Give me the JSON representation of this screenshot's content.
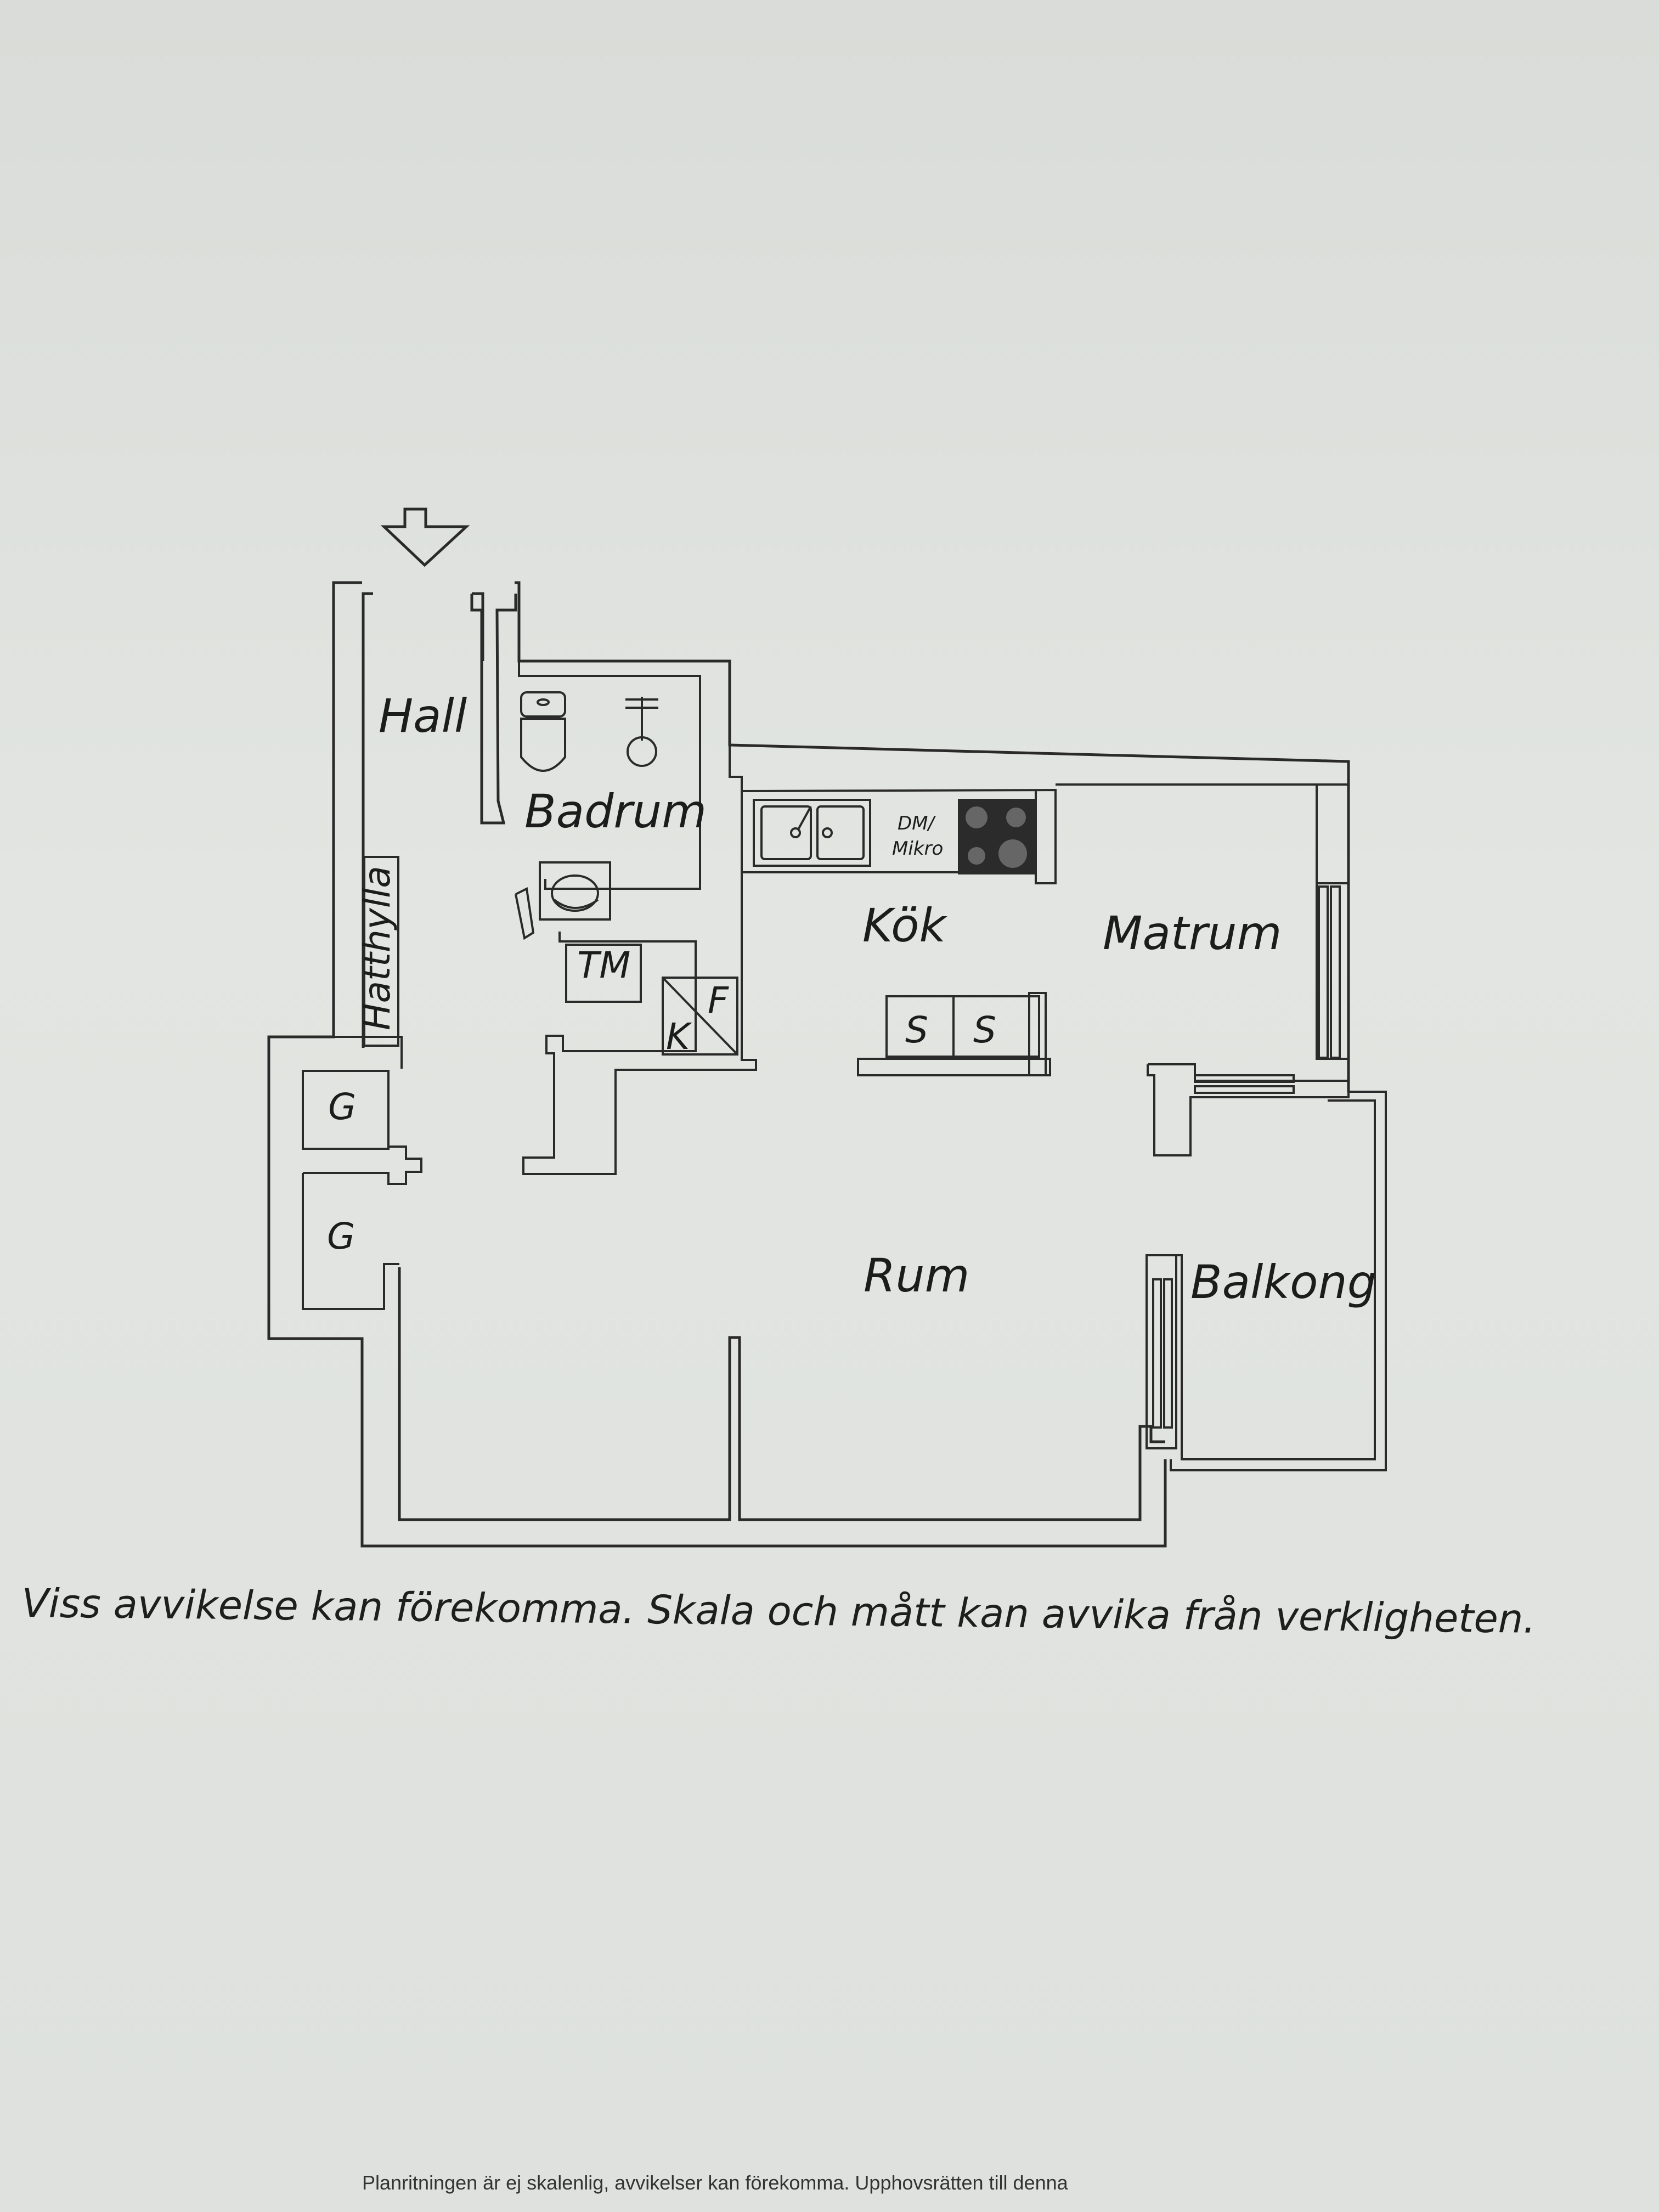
{
  "floorplan": {
    "rooms": {
      "hall": "Hall",
      "badrum": "Badrum",
      "kok": "Kök",
      "matrum": "Matrum",
      "rum": "Rum",
      "balkong": "Balkong"
    },
    "fixtures": {
      "hatthylla": "Hatthylla",
      "garderob_1": "G",
      "garderob_2": "G",
      "tvattmaskin": "TM",
      "frys": "F",
      "kyl": "K",
      "dm_line1": "DM/",
      "dm_line2": "Mikro",
      "skap_1": "S",
      "skap_2": "S"
    }
  },
  "disclaimer": "Viss avvikelse kan förekomma. Skala och mått kan avvika från verkligheten.",
  "footer": "Planritningen är ej skalenlig, avvikelser kan förekomma. Upphovsrätten till denna"
}
